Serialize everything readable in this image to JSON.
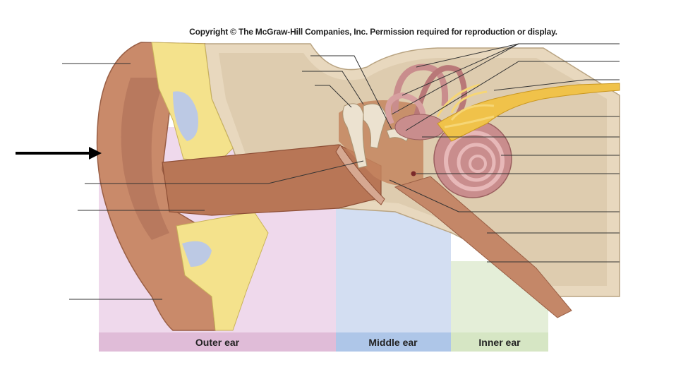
{
  "copyright": "Copyright © The McGraw-Hill Companies, Inc. Permission required for reproduction or display.",
  "regions": [
    {
      "label": "Outer ear",
      "color": "#e0bcd8"
    },
    {
      "label": "Middle ear",
      "color": "#aec6e8"
    },
    {
      "label": "Inner ear",
      "color": "#d6e6c4"
    }
  ],
  "colors": {
    "skin": "#c98a6a",
    "cartilage": "#f4e28c",
    "bone": "#e8d8be",
    "cochlea": "#c98d8d",
    "nerve": "#f0c24a",
    "leader": "#333333"
  },
  "indicator": {
    "icon": "arrow-right-icon"
  }
}
